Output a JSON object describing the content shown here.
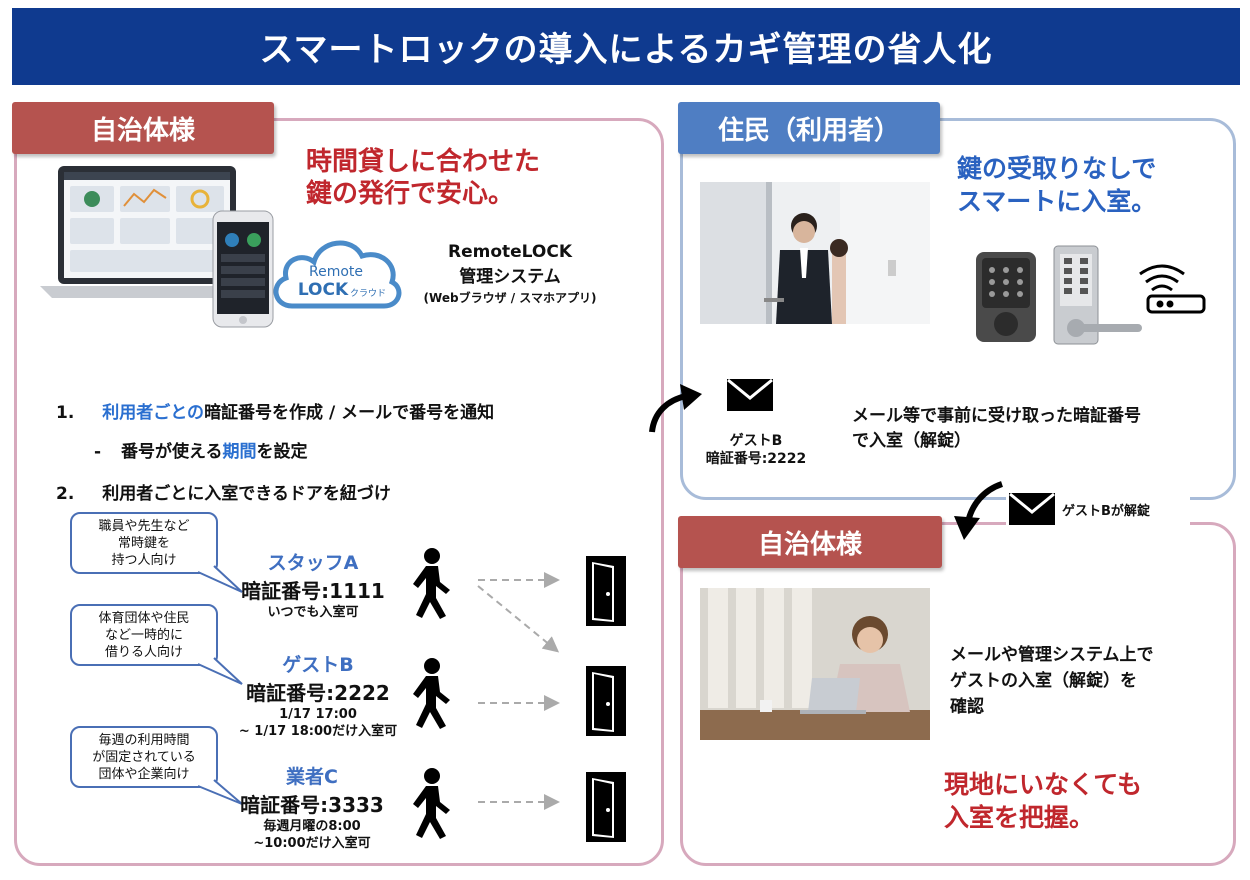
{
  "header": {
    "title": "スマートロックの導入によるカギ管理の省人化"
  },
  "left_panel": {
    "tab": "自治体様",
    "headline": [
      "時間貸しに合わせた",
      "鍵の発行で安心。"
    ],
    "logo": {
      "line1": "Remote",
      "line2": "LOCK",
      "sub": "クラウド"
    },
    "product": {
      "name": "RemoteLOCK",
      "system": "管理システム",
      "note": "(Webブラウザ / スマホアプリ)"
    },
    "list": {
      "item1_num": "1.",
      "item1_a": "利用者ごとの",
      "item1_b": "暗証番号を作成 / メールで番号を通知",
      "sub_dash": "-",
      "sub_a": "番号が使える",
      "sub_b": "期間",
      "sub_c": "を設定",
      "item2_num": "2.",
      "item2": "利用者ごとに入室できるドアを紐づけ"
    },
    "bubbles": [
      {
        "lines": [
          "職員や先生など",
          "常時鍵を",
          "持つ人向け"
        ]
      },
      {
        "lines": [
          "体育団体や住民",
          "など一時的に",
          "借りる人向け"
        ]
      },
      {
        "lines": [
          "毎週の利用時間",
          "が固定されている",
          "団体や企業向け"
        ]
      }
    ],
    "users": [
      {
        "name": "スタッフA",
        "pin": "暗証番号:1111",
        "notes": [
          "いつでも入室可"
        ]
      },
      {
        "name": "ゲストB",
        "pin": "暗証番号:2222",
        "notes": [
          "1/17 17:00",
          "~ 1/17 18:00だけ入室可"
        ]
      },
      {
        "name": "業者C",
        "pin": "暗証番号:3333",
        "notes": [
          "毎週月曜の8:00",
          "~10:00だけ入室可"
        ]
      }
    ]
  },
  "right_top": {
    "tab": "住民（利用者）",
    "headline": [
      "鍵の受取りなしで",
      "スマートに入室。"
    ],
    "mail": {
      "label": "ゲストB",
      "pin": "暗証番号:2222"
    },
    "desc": [
      "メール等で事前に受け取った暗証番号",
      "で入室（解錠）"
    ]
  },
  "transfer": {
    "label": "ゲストBが解錠"
  },
  "right_bottom": {
    "tab": "自治体様",
    "desc": [
      "メールや管理システム上で",
      "ゲストの入室（解錠）を",
      "確認"
    ],
    "headline": [
      "現地にいなくても",
      "入室を把握。"
    ]
  },
  "colors": {
    "header": "#0f3a8f",
    "tab_red": "#b5534f",
    "tab_blue": "#4f7ec3",
    "headline_red": "#c0272d",
    "headline_blue": "#2a62c0"
  }
}
